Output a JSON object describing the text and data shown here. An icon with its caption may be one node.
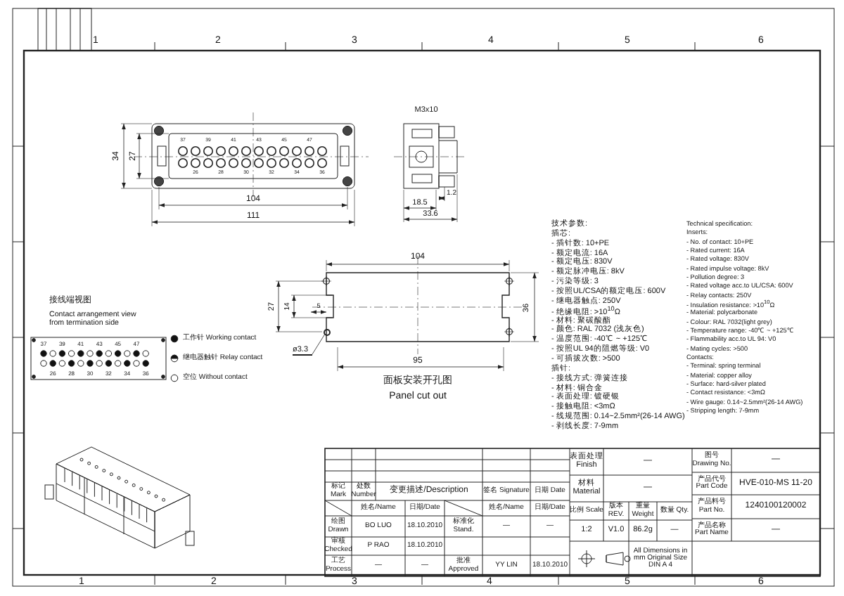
{
  "diagram": {
    "nodes": [
      {
        "text": [
          "ø3.3"
        ]
      },
      {
        "text": [],
        "shape": "circle"
      }
    ],
    "edges": [
      {
        "from": 0,
        "to": 1,
        "arrow": "none"
      }
    ],
    "labels": [
      "1",
      "2",
      "3",
      "4",
      "5",
      "6",
      "M3x10",
      "34",
      "27",
      "37",
      "39",
      "41",
      "43",
      "45",
      "47",
      "26",
      "28",
      "30",
      "32",
      "34",
      "36",
      "104",
      "111",
      "1.2",
      "18.5",
      "33.6",
      "接线端视图",
      "Contact arrangement view from termination side",
      "37",
      "39",
      "41",
      "43",
      "45",
      "47",
      "26",
      "28",
      "30",
      "32",
      "34",
      "36",
      "104",
      "27",
      "14",
      "5",
      "36",
      "95",
      "面板安装开孔图",
      "Panel cut out",
      "技术参数:",
      "插芯:",
      "- 插针数: 10+PE",
      "- 额定电流: 16A",
      "- 额定电压: 830V",
      "- 额定脉冲电压: 8kV",
      "- 污染等级: 3",
      "- 按照UL/CSA的额定电压: 600V",
      "- 继电器触点: 250V",
      "- 绝缘电阻: >10$^{10}$Ω",
      "- 材料: 聚碳酸酯",
      "- 颜色: RAL 7032 (浅灰色)",
      "- 温度范围: -40℃ ~ +125℃",
      "- 按照UL 94的阻燃等级: V0",
      "- 可插拔次数: >500",
      "插针:",
      "- 接线方式: 弹簧连接",
      "- 材料: 铜合金",
      "- 表面处理: 镀硬银",
      "- 接触电阻: <3mΩ",
      "- 线规范围: 0.14~2.5mm²(26-14 AWG)",
      "- 剥线长度: 7-9mm",
      "Technical specification:",
      "Inserts:",
      "- No. of contact: 10+PE",
      "- Rated current: 16A",
      "- Rated voltage: 830V",
      "- Rated impulse voltage: 8kV",
      "- Pollution degree: 3",
      "- Rated voltage acc.to UL/CSA: 600V",
      "- Relay contacts: 250V",
      "- Insulation resistance: >10$^{10}$Ω",
      "- Material: polycarbonate",
      "- Colour: RAL 7032(light grey)",
      "- Temperature range: -40℃ ~ +125℃",
      "- Flammability acc.to UL 94: V0",
      "- Mating cycles: >500",
      "Contacts:",
      "- Terminal: spring terminal",
      "- Material: copper alloy",
      "- Surface: hard-silver plated",
      "- Contact resistance: <3mΩ",
      "- Wire gauge: 0.14~2.5mm²(26-14 AWG)",
      "- Stripping length: 7-9mm",
      "标记 Mark",
      "处数 Number",
      "变更描述/Description",
      "签名 Signature",
      "日期 Date",
      "姓名/Name",
      "日期/Date",
      "姓名/Name",
      "日期/Date",
      "绘图 Drawn",
      "BO LUO",
      "18.10.2010",
      "标准化 Stand.",
      "—",
      "—",
      "审核 Checked",
      "P RAO",
      "18.10.2010",
      "工艺 Process",
      "—",
      "—",
      "批准 Approved",
      "YY LIN",
      "18.10.2010",
      "表面处理 Finish",
      "—",
      "材料 Material",
      "—",
      "比例 Scale",
      "版本 REV.",
      "重量 Weight",
      "数量 Qty.",
      "1:2",
      "V1.0",
      "86.2g",
      "—",
      "All Dimensions in mm Original Size DIN A 4",
      "图号 Drawing No.",
      "—",
      "产品代号 Part Code",
      "HVE-010-MS 11-20",
      "产品料号 Part No.",
      "1240100120002",
      "产品名称 Part Name",
      "—",
      "1",
      "2",
      "3",
      "4",
      "5",
      "6"
    ],
    "legend": [
      {
        "text": "工作针 Working contact"
      },
      {
        "text": "继电器触针 Relay contact"
      },
      {
        "text": "空位 Without contact"
      }
    ]
  }
}
